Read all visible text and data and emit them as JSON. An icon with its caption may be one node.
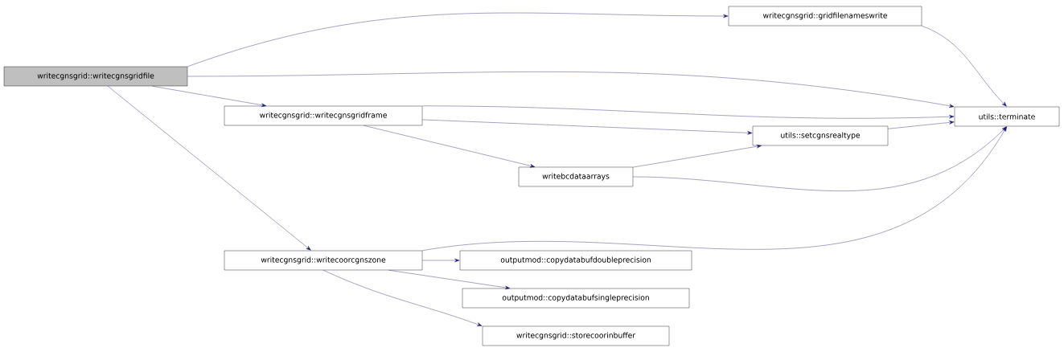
{
  "diagram": {
    "nodes": [
      {
        "text": [
          "writecgnsgrid::writecgnsgridfile"
        ]
      },
      {
        "text": [
          "writecgnsgrid::gridfilenameswrite"
        ]
      },
      {
        "text": [
          "utils::terminate"
        ]
      },
      {
        "text": [
          "writecgnsgrid::writecgnsgridframe"
        ]
      },
      {
        "text": [
          "utils::setcgnsrealtype"
        ]
      },
      {
        "text": [
          "writebcdataarrays"
        ]
      },
      {
        "text": [
          "writecgnsgrid::writecoorcgnszone"
        ]
      },
      {
        "text": [
          "outputmod::copydatabufdoubleprecision"
        ]
      },
      {
        "text": [
          "outputmod::copydatabufsingleprecision"
        ]
      },
      {
        "text": [
          "writecgnsgrid::storecoorinbuffer"
        ]
      }
    ],
    "edges": [
      {
        "from": 0,
        "to": 1,
        "arrow": "to"
      },
      {
        "from": 0,
        "to": 2,
        "arrow": "to"
      },
      {
        "from": 0,
        "to": 3,
        "arrow": "to"
      },
      {
        "from": 0,
        "to": 6,
        "arrow": "to"
      },
      {
        "from": 1,
        "to": 2,
        "arrow": "to"
      },
      {
        "from": 3,
        "to": 2,
        "arrow": "to"
      },
      {
        "from": 3,
        "to": 4,
        "arrow": "to"
      },
      {
        "from": 3,
        "to": 5,
        "arrow": "to"
      },
      {
        "from": 4,
        "to": 2,
        "arrow": "to"
      },
      {
        "from": 5,
        "to": 4,
        "arrow": "to"
      },
      {
        "from": 5,
        "to": 2,
        "arrow": "to"
      },
      {
        "from": 6,
        "to": 2,
        "arrow": "to"
      },
      {
        "from": 6,
        "to": 7,
        "arrow": "to"
      },
      {
        "from": 6,
        "to": 8,
        "arrow": "to"
      },
      {
        "from": 6,
        "to": 9,
        "arrow": "to"
      }
    ]
  }
}
